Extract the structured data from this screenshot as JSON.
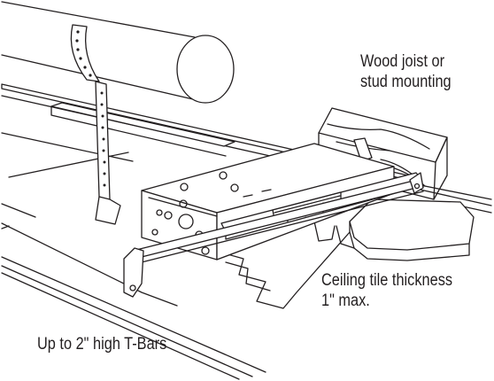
{
  "labels": {
    "wood_mount": [
      "Wood joist or",
      "stud mounting"
    ],
    "ceiling_tile": [
      "Ceiling tile thickness",
      "1\" max."
    ],
    "tbar": "Up to 2\" high T-Bars"
  },
  "colors": {
    "line": "#231f20",
    "fill": "#ffffff"
  }
}
